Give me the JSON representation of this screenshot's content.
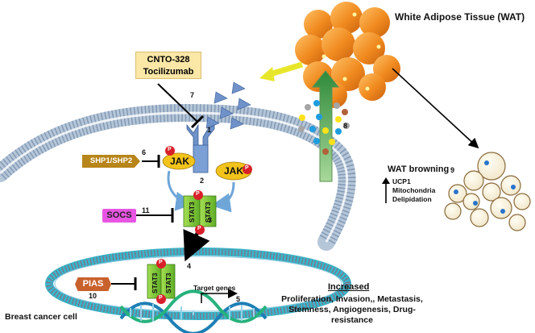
{
  "title": "White Adipose Tissue (WAT)",
  "drugs": {
    "line1": "CNTO-328",
    "line2": "Tocilizumab"
  },
  "inhibitors": {
    "shp": "SHP1/SHP2",
    "socs": "SOCS",
    "pias": "PIAS"
  },
  "proteins": {
    "jak": "JAK",
    "stat": "STAT3",
    "p": "P"
  },
  "steps": {
    "s1": "1",
    "s2": "2",
    "s3": "3",
    "s4": "4",
    "s5": "5",
    "s6": "6",
    "s7": "7",
    "s8": "8",
    "s9": "9",
    "s10": "10",
    "s11": "11"
  },
  "browning": {
    "title": "WAT browning",
    "items": [
      "UCP1",
      "Mitochondria",
      "Delipidation"
    ]
  },
  "target_genes": "Target genes",
  "outcome": {
    "header": "Increased",
    "lines": [
      "Proliferation,  Invasion,, Metastasis,",
      "Stemness,  Angiogenesis, Drug-",
      "resistance"
    ]
  },
  "cell_label": "Breast cancer cell",
  "colors": {
    "adipocyte": "#f08a1e",
    "jak": "#f2c31a",
    "stat": "#8ecf3a",
    "phospho": "#d8202a",
    "receptor": "#6f92c9",
    "socs": "#e855e3",
    "pias": "#c8612c",
    "shp": "#b7851a",
    "drug_box": "#fbe7a6",
    "membrane": "#b5c6d8",
    "wat_arrow": "#e8e62a"
  }
}
